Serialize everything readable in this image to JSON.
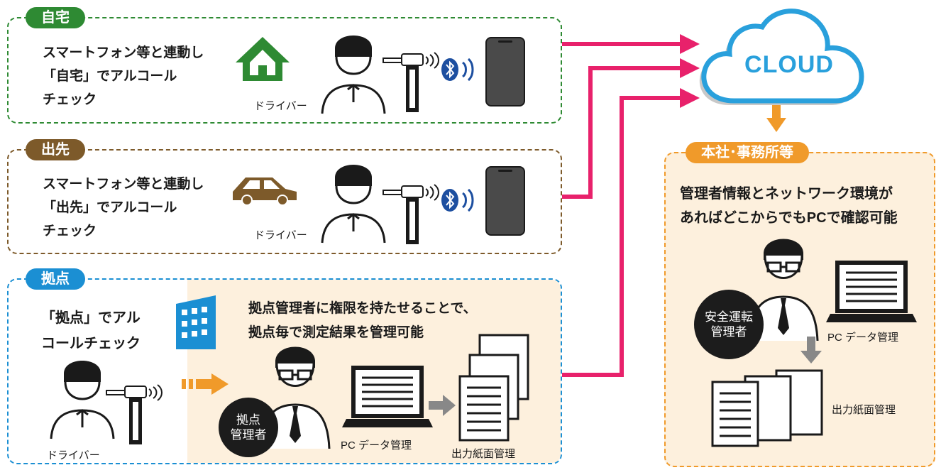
{
  "home": {
    "tag": "自宅",
    "lines": [
      "スマートフォン等と連動し",
      "「自宅」でアルコール",
      "チェック"
    ],
    "driver": "ドライバー"
  },
  "away": {
    "tag": "出先",
    "lines": [
      "スマートフォン等と連動し",
      "「出先」でアルコール",
      "チェック"
    ],
    "driver": "ドライバー"
  },
  "base": {
    "tag": "拠点",
    "lines": [
      "「拠点」でアル",
      "コールチェック"
    ],
    "driver": "ドライバー",
    "admin_text": [
      "拠点管理者に権限を持たせることで、",
      "拠点毎で測定結果を管理可能"
    ],
    "admin_badge": [
      "拠点",
      "管理者"
    ],
    "pc_label": "PC データ管理",
    "paper_label": "出力紙面管理"
  },
  "cloud": {
    "label": "CLOUD"
  },
  "hq": {
    "tag": "本社･事務所等",
    "lines": [
      "管理者情報とネットワーク環境が",
      "あればどこからでもPCで確認可能"
    ],
    "admin_badge": [
      "安全運転",
      "管理者"
    ],
    "pc_label": "PC データ管理",
    "paper_label": "出力紙面管理"
  },
  "colors": {
    "home": "#2e8a33",
    "away": "#7d5a2a",
    "base": "#1b8fd3",
    "hq": "#f09a2a",
    "connector": "#e8216b",
    "cloud": "#29a0dc"
  },
  "icons": {
    "house": "house-icon",
    "car": "car-icon",
    "building": "building-icon",
    "bluetooth": "bluetooth-icon",
    "smartphone": "smartphone-icon",
    "breathalyzer": "breathalyzer-icon",
    "laptop": "laptop-icon",
    "documents": "documents-icon"
  }
}
